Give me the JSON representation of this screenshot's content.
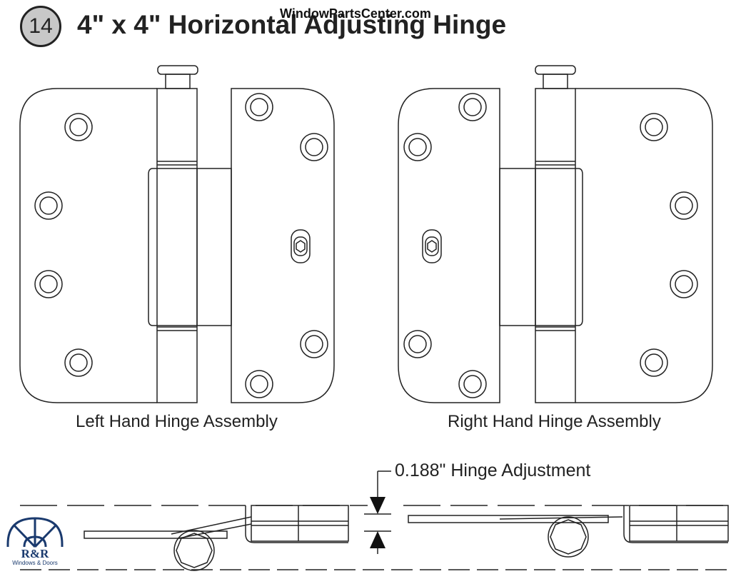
{
  "header": {
    "badge_number": "14",
    "title": "4\" x 4\" Horizontal Adjusting Hinge",
    "watermark": "WindowPartsCenter.com"
  },
  "captions": {
    "left": "Left Hand Hinge Assembly",
    "right": "Right Hand Hinge Assembly"
  },
  "adjustment": {
    "label": "0.188\" Hinge Adjustment"
  },
  "logo": {
    "main": "R&R",
    "sub": "Windows & Doors"
  }
}
